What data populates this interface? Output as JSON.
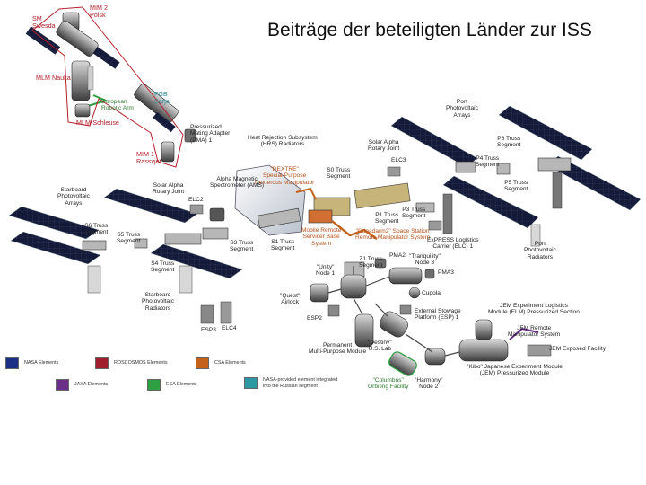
{
  "title": "Beiträge der beteiligten Länder zur ISS",
  "labels": {
    "mim2": "MIM 2\nPoisk",
    "sm": "SM\nSwesda",
    "mlm": "MLM Nauka",
    "era": "European\nRobotic Arm",
    "mlm_schleuse": "MLM-Schleuse",
    "fgb": "FGB\nSarja",
    "mim1": "MIM 1\nRassvjet",
    "pma1": "Pressurized\nMating Adapter\n(PMA) 1",
    "hrs": "Heat Rejection Subsystem\n(HRS) Radiators",
    "dextre": "\"DEXTRE\"\nSpecial-Purpose\nDexterous Manipulator",
    "s0": "S0 Truss\nSegment",
    "sarj_port": "Solar Alpha\nRotary Joint",
    "elc3": "ELC3",
    "port_pv": "Port\nPhotovoltaic\nArrays",
    "p6": "P6 Truss\nSegment",
    "p4": "P4 Truss\nSegment",
    "p5": "P5 Truss\nSegment",
    "stbd_pv": "Starboard\nPhotovoltaic\nArrays",
    "sarj_stbd": "Solar Alpha\nRotary Joint",
    "ams": "Alpha Magnetic\nSpectrometer (AMS)",
    "elc2": "ELC2",
    "s6": "S6 Truss\nSegment",
    "s5": "S5 Truss\nSegment",
    "s3": "S3 Truss\nSegment",
    "s1": "S1 Truss\nSegment",
    "mbs": "Mobile Remote\nServicer Base\nSystem",
    "p1": "P1 Truss\nSegment",
    "p3": "P3 Truss\nSegment",
    "canadarm": "\"Canadarm2\" Space Station\nRemote Manipulator System",
    "elc1": "ExPRESS Logistics\nCarrier (ELC) 1",
    "port_rad": "Port\nPhotovoltaic\nRadiators",
    "s4": "S4 Truss\nSegment",
    "z1": "Z1 Truss\nSegment",
    "pma2": "PMA2",
    "tranquility": "\"Tranquility\"\nNode 3",
    "pma3": "PMA3",
    "unity": "\"Unity\"\nNode 1",
    "quest": "\"Quest\"\nAirlock",
    "cupola": "Cupola",
    "stbd_rad": "Starboard\nPhotovoltaic\nRadiators",
    "esp3": "ESP3",
    "elc4": "ELC4",
    "esp2": "ESP2",
    "esp1": "External Stowage\nPlatform (ESP) 1",
    "jem_elm": "JEM Experiment Logistics\nModule (ELM) Pressurized Section",
    "jem_rms": "JEM Remote\nManipulator System",
    "jem_ef": "JEM Exposed Facility",
    "pmm": "Permanent\nMulti-Purpose Module",
    "destiny": "\"Destiny\"\nU.S. Lab",
    "kibo": "\"Kibo\" Japanese Experiment Module\n(JEM) Pressurized Module",
    "columbus": "\"Columbus\"\nOrbiting Facility",
    "harmony": "\"Harmony\"\nNode 2"
  },
  "legend": [
    {
      "label": "NASA Elements",
      "color": "#1c2f86"
    },
    {
      "label": "ROSCOSMOS Elements",
      "color": "#a11e2c"
    },
    {
      "label": "CSA Elements",
      "color": "#c4621c"
    },
    {
      "label": "JAXA Elements",
      "color": "#6b2f8a"
    },
    {
      "label": "ESA Elements",
      "color": "#2ea043"
    },
    {
      "label": "NASA-provided element integrated\ninto the Russian segment",
      "color": "#2c9aa0"
    }
  ]
}
